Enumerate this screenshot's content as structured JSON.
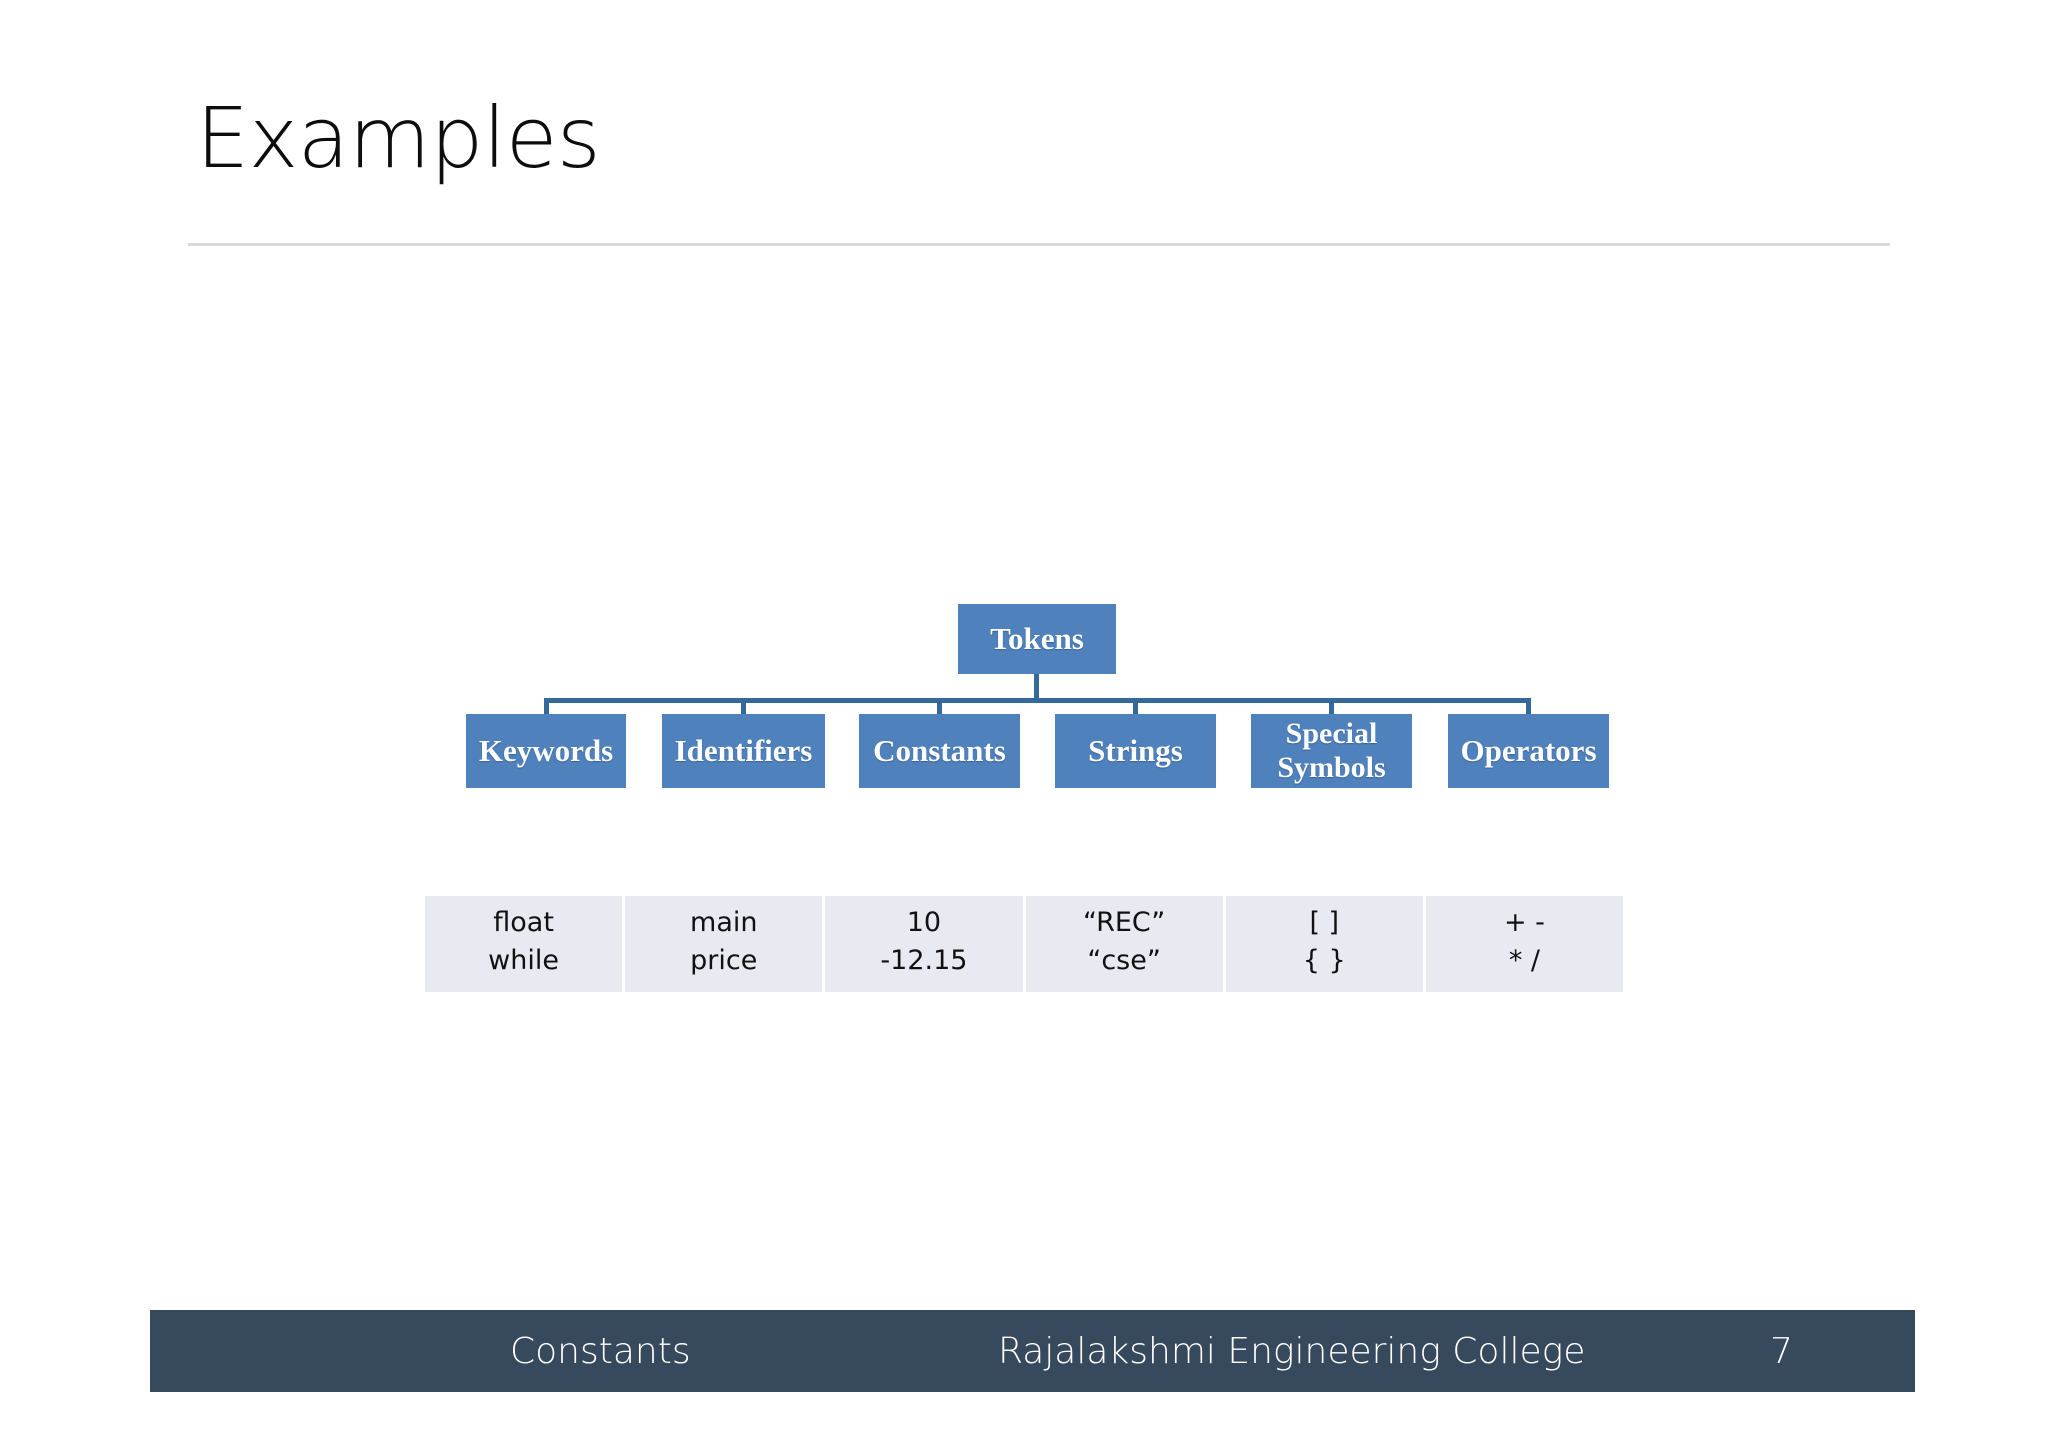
{
  "slide": {
    "title": "Examples",
    "accent_blue": "#4f81bd",
    "connector_blue": "#34699c",
    "table_cell_bg": "#e8eaf1",
    "footer_bg": "#36495d",
    "rule_color": "#d9d9d9"
  },
  "diagram": {
    "type": "org-chart",
    "root": {
      "label": "Tokens"
    },
    "children": [
      {
        "label": "Keywords"
      },
      {
        "label": "Identifiers"
      },
      {
        "label": "Constants"
      },
      {
        "label": "Strings"
      },
      {
        "label": "Special\nSymbols"
      },
      {
        "label": "Operators"
      }
    ],
    "special_symbols_line1": "Special",
    "special_symbols_line2": "Symbols"
  },
  "examples_table": {
    "columns": [
      {
        "category": "Keywords",
        "rows": [
          "float",
          "while"
        ]
      },
      {
        "category": "Identifiers",
        "rows": [
          "main",
          "price"
        ]
      },
      {
        "category": "Constants",
        "rows": [
          "10",
          "-12.15"
        ]
      },
      {
        "category": "Strings",
        "rows": [
          "“REC”",
          "“cse”"
        ]
      },
      {
        "category": "Special Symbols",
        "rows": [
          "[ ]",
          "{ }"
        ]
      },
      {
        "category": "Operators",
        "rows": [
          "+ -",
          "* /"
        ]
      }
    ]
  },
  "footer": {
    "left": "Constants",
    "center": "Rajalakshmi Engineering College",
    "page_number": "7"
  }
}
